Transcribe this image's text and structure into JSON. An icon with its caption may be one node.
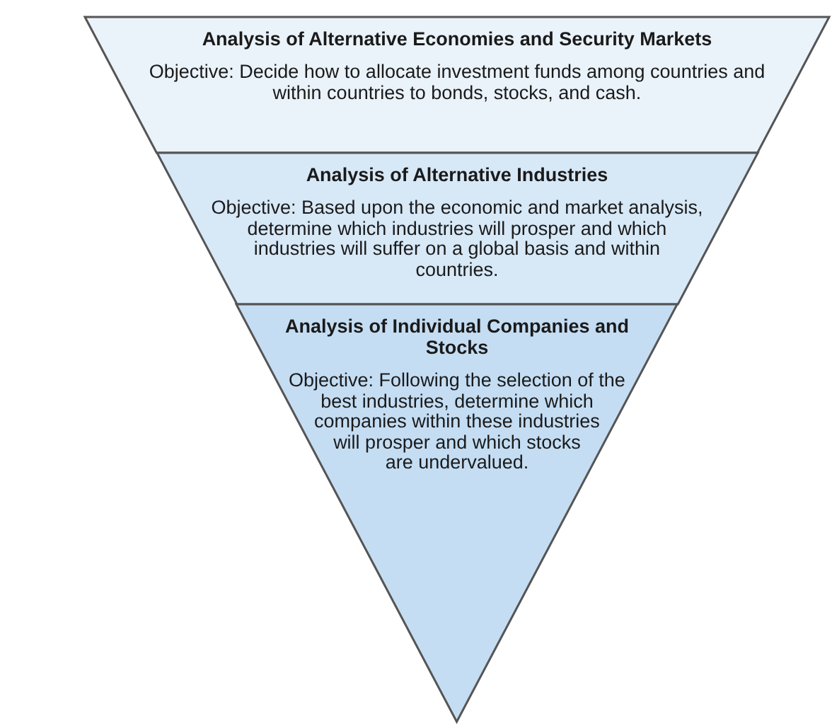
{
  "diagram": {
    "nodes": [
      {
        "text": [
          "Analysis of Alternative Economies and Security Markets",
          "Objective: Decide how to allocate investment funds among countries and within countries to bonds, stocks, and cash."
        ]
      },
      {
        "text": [
          "Analysis of Alternative Industries",
          "Objective: Based upon the economic and market analysis, determine which industries will prosper and which industries will suffer on a global basis and within countries."
        ]
      },
      {
        "text": [
          "Analysis of Individual Companies and Stocks",
          "Objective: Following the selection of the best industries, determine which companies within these industries will prosper and which stocks are undervalued."
        ]
      }
    ]
  }
}
